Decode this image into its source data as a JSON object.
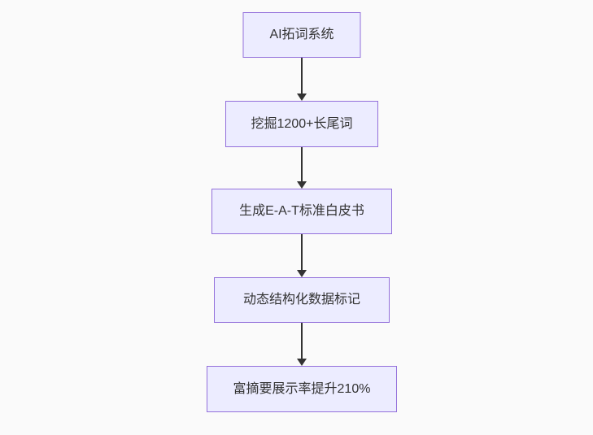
{
  "diagram": {
    "type": "flowchart",
    "direction": "top-down",
    "nodes": [
      {
        "label": "AI拓词系统"
      },
      {
        "label": "挖掘1200+长尾词"
      },
      {
        "label": "生成E-A-T标准白皮书"
      },
      {
        "label": "动态结构化数据标记"
      },
      {
        "label": "富摘要展示率提升210%"
      }
    ],
    "edges": [
      {
        "from": "AI拓词系统",
        "to": "挖掘1200+长尾词"
      },
      {
        "from": "挖掘1200+长尾词",
        "to": "生成E-A-T标准白皮书"
      },
      {
        "from": "生成E-A-T标准白皮书",
        "to": "动态结构化数据标记"
      },
      {
        "from": "动态结构化数据标记",
        "to": "富摘要展示率提升210%"
      }
    ],
    "colors": {
      "bg": "#fafafa",
      "node_fill": "#ececff",
      "node_border": "#9370db",
      "text": "#333333",
      "arrow": "#333333"
    }
  }
}
